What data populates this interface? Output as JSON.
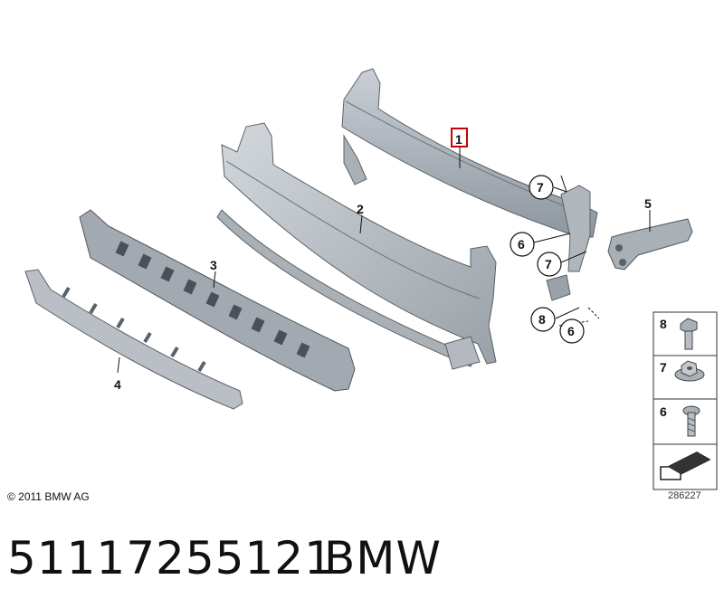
{
  "diagram": {
    "callouts": {
      "c1": "1",
      "c2": "2",
      "c3": "3",
      "c4": "4",
      "c5": "5",
      "c6a": "6",
      "c6b": "6",
      "c7a": "7",
      "c7b": "7",
      "c8": "8"
    },
    "legend": {
      "item8": "8",
      "item7": "7",
      "item6": "6"
    },
    "highlighted_part": "1",
    "highlight_color": "#cc0000"
  },
  "footer": {
    "copyright": "© 2011 BMW AG",
    "diagram_id": "286227"
  },
  "product": {
    "part_number": "51117255121",
    "brand": "BMW"
  }
}
